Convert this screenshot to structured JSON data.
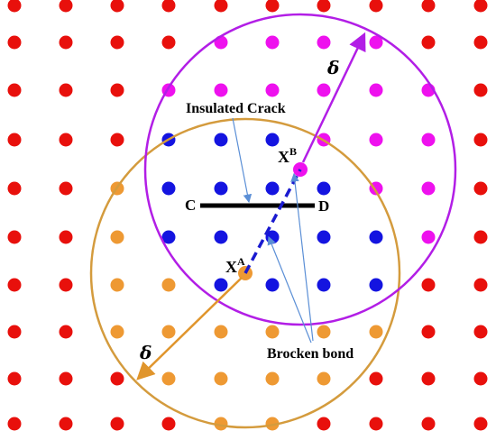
{
  "colors": {
    "outer": "#e8100c",
    "circle_b_nodes": "#ee11ee",
    "overlap_nodes": "#1414e0",
    "circle_a_nodes": "#ee9933",
    "circle_a_stroke": "#d49b3d",
    "circle_b_stroke": "#b21ee6",
    "crack": "#000000",
    "bond": "#1a1ad0",
    "arrow": "#5b8fd6",
    "delta_a_arrow": "#e0952c",
    "delta_b_arrow": "#b21ee6"
  },
  "labels": {
    "insulated_crack": "Insulated  Crack",
    "broken_bond": "Brocken bond",
    "point_c": "C",
    "point_d": "D",
    "point_a_base": "X",
    "point_a_sup": "A",
    "point_b_base": "X",
    "point_b_sup": "B",
    "delta_a": "δ",
    "delta_b": "δ"
  },
  "node_grid": {
    "columns": 10,
    "rows": 9,
    "top_row_cut_at_edge": true
  }
}
